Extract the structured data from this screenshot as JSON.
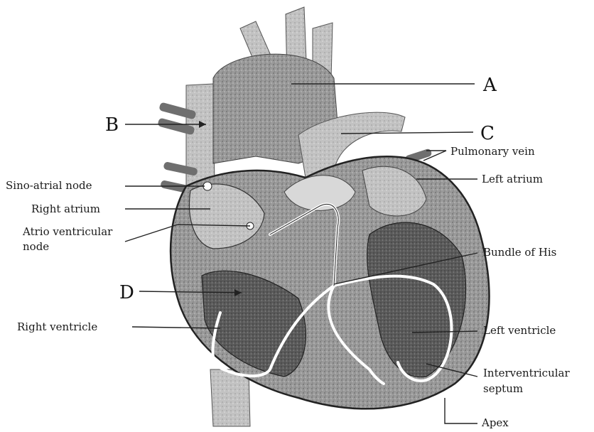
{
  "diagram": {
    "letters": {
      "A": "A",
      "B": "B",
      "C": "C",
      "D": "D"
    },
    "labels": {
      "pulmonary_vein": "Pulmonary vein",
      "left_atrium": "Left atrium",
      "sino_atrial_node": "Sino-atrial node",
      "right_atrium": "Right atrium",
      "atrio_ventricular_node_line1": "Atrio ventricular",
      "atrio_ventricular_node_line2": "node",
      "bundle_of_his": "Bundle of His",
      "right_ventricle": "Right ventricle",
      "left_ventricle": "Left ventricle",
      "interventricular_septum_line1": "Interventricular",
      "interventricular_septum_line2": "septum",
      "apex": "Apex"
    }
  }
}
